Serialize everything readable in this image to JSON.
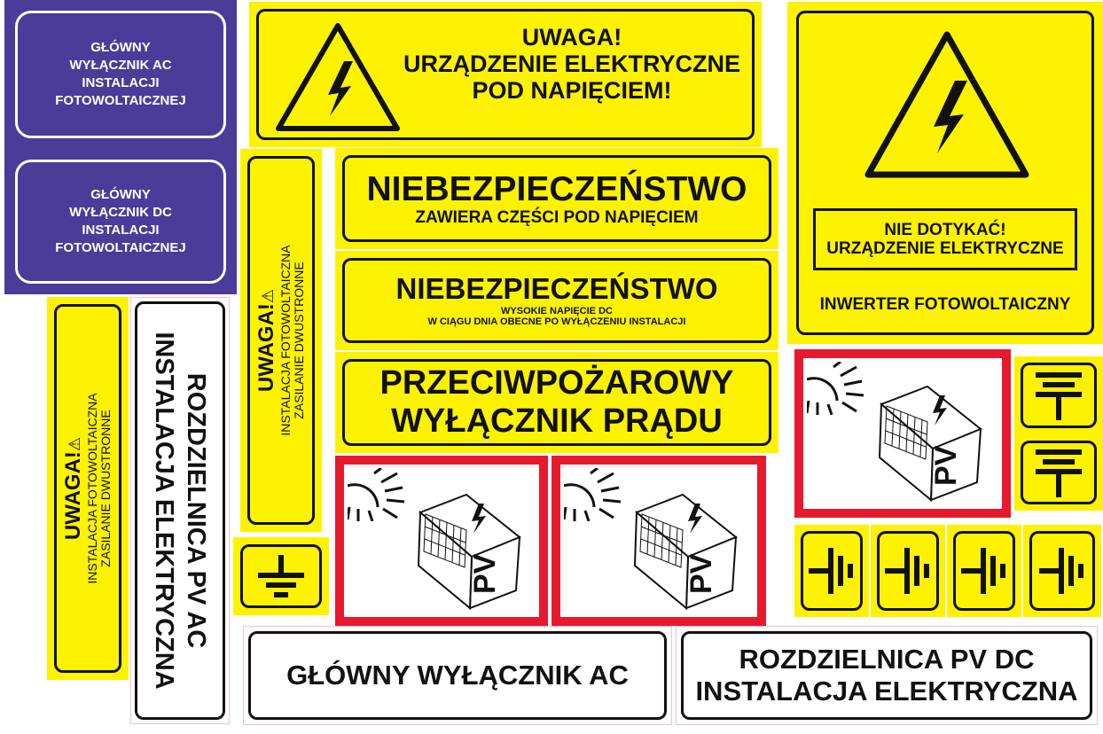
{
  "signs": {
    "main_ac_blue": [
      "GŁÓWNY",
      "WYŁĄCZNIK AC",
      "INSTALACJI",
      "FOTOWOLTAICZNEJ"
    ],
    "main_dc_blue": [
      "GŁÓWNY",
      "WYŁĄCZNIK DC",
      "INSTALACJI",
      "FOTOWOLTAICZNEJ"
    ],
    "warning_top": [
      "UWAGA!",
      "URZĄDZENIE ELEKTRYCZNE",
      "POD NAPIĘCIEM!"
    ],
    "danger1_title": "NIEBEZPIECZEŃSTWO",
    "danger1_sub": "ZAWIERA CZĘŚCI POD NAPIĘCIEM",
    "danger2_title": "NIEBEZPIECZEŃSTWO",
    "danger2_sub": [
      "WYSOKIE NAPIĘCIE DC",
      "W CIĄGU DNIA OBECNE PO WYŁĄCZENIU INSTALACJI"
    ],
    "fire_switch": [
      "PRZECIWPOŻAROWY",
      "WYŁĄCZNIK PRĄDU"
    ],
    "inverter_warning": [
      "NIE DOTYKAĆ!",
      "URZĄDZENIE ELEKTRYCZNE"
    ],
    "inverter_label": "INWERTER FOTOWOLTAICZNY",
    "vertical_uwaga": {
      "title": "UWAGA!",
      "line1": "INSTALACJA FOTOWOLTAICZNA",
      "line2": "ZASILANIE DWUSTRONNE"
    },
    "vertical_pv_ac": [
      "ROZDZIELNICA PV AC",
      "INSTALACJA ELEKTRYCZNA"
    ],
    "main_ac_white": "GŁÓWNY WYŁĄCZNIK AC",
    "pv_dc_white": [
      "ROZDZIELNICA PV DC",
      "INSTALACJA ELEKTRYCZNA"
    ],
    "pv_label": "PV"
  },
  "colors": {
    "yellow": "#fdf200",
    "blue": "#4a3c98",
    "red": "#e8192c",
    "black": "#111111"
  },
  "icons": [
    "high-voltage-triangle-icon",
    "ground-icon",
    "pe-ground-icon",
    "ground-vertical-icon",
    "solar-panel-cube-icon",
    "sun-icon",
    "small-warning-triangle-icon"
  ]
}
